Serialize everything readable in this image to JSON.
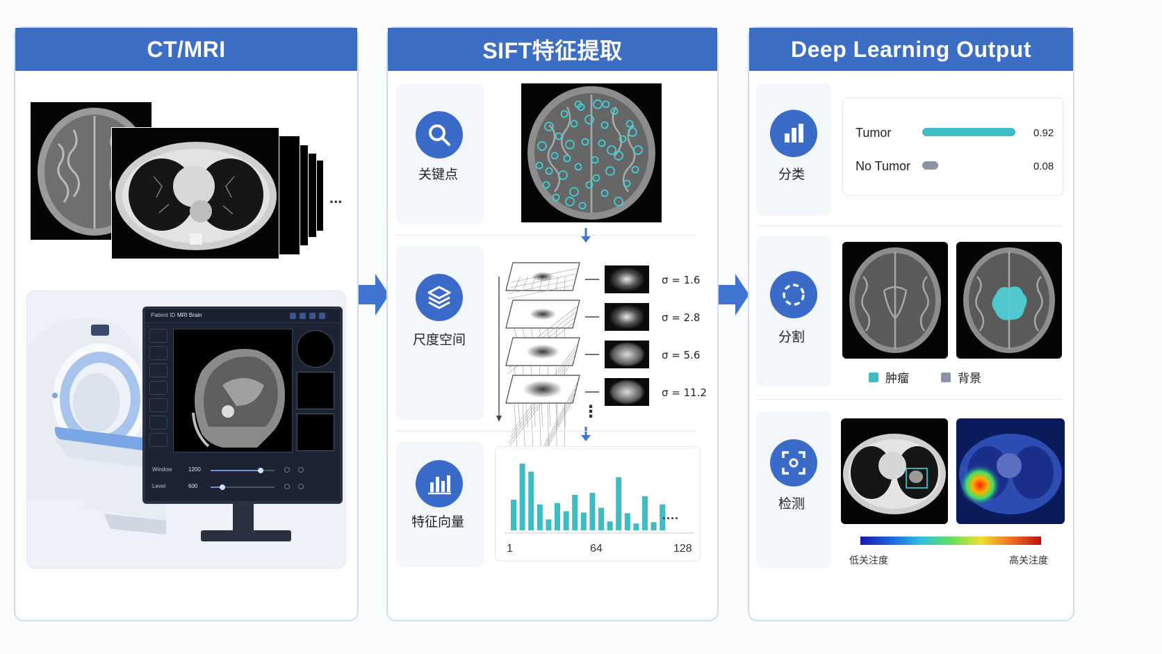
{
  "panels": {
    "ctmri": {
      "title": "CT/MRI"
    },
    "sift": {
      "title": "SIFT特征提取"
    },
    "dl": {
      "title": "Deep Learning Output"
    }
  },
  "ctmri": {
    "stack_more": "...",
    "monitor": {
      "patient_id_label": "Patient ID",
      "study_title": "MRI Brain",
      "window_label": "Window",
      "window_value": "1200",
      "level_label": "Level",
      "level_value": "600",
      "window_slider_level": 0.78,
      "level_slider_level": 0.18
    }
  },
  "sift": {
    "keypoints_label": "关键点",
    "scale_space_label": "尺度空间",
    "feature_vector_label": "特征向量",
    "scales": [
      "σ = 1.6",
      "σ = 2.8",
      "σ = 5.6",
      "σ = 11.2"
    ],
    "dots": "⋮",
    "hist_more": "....",
    "hist_ticks": [
      "1",
      "64",
      "128"
    ],
    "hist_values": [
      0.45,
      0.98,
      0.86,
      0.38,
      0.16,
      0.4,
      0.28,
      0.52,
      0.26,
      0.55,
      0.33,
      0.13,
      0.78,
      0.25,
      0.1,
      0.5,
      0.12,
      0.38
    ]
  },
  "dl": {
    "classification_label": "分类",
    "segmentation_label": "分割",
    "detection_label": "检测",
    "classes": [
      {
        "name": "Tumor",
        "value": "0.92",
        "score": 0.92,
        "color": "#3dbcc4"
      },
      {
        "name": "No Tumor",
        "value": "0.08",
        "score": 0.08,
        "color": "#8b94a3"
      }
    ],
    "seg_legend": [
      {
        "label": "肿瘤",
        "color": "#3dbcc4"
      },
      {
        "label": "背景",
        "color": "#8b94a3"
      }
    ],
    "attention_low": "低关注度",
    "attention_high": "高关注度"
  },
  "colors": {
    "header": "#3d6ec5",
    "accent": "#3dbcc4",
    "arrow": "#3f74d0"
  }
}
